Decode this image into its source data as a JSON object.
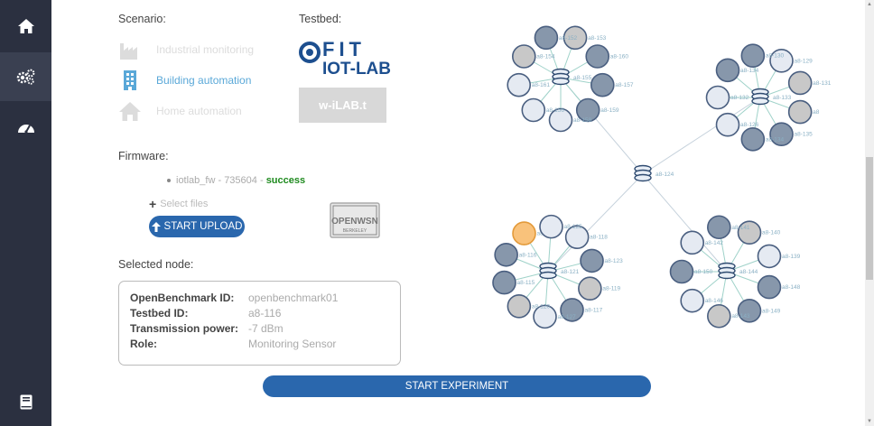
{
  "sidebar": {
    "items": [
      {
        "icon": "home-icon",
        "active": false
      },
      {
        "icon": "gears-icon",
        "active": true
      },
      {
        "icon": "dashboard-icon",
        "active": false
      },
      {
        "icon": "book-icon",
        "active": false
      }
    ]
  },
  "scenario": {
    "label": "Scenario:",
    "items": [
      {
        "label": "Industrial monitoring",
        "icon": "factory-icon",
        "enabled": false
      },
      {
        "label": "Building automation",
        "icon": "building-icon",
        "enabled": true
      },
      {
        "label": "Home automation",
        "icon": "home-icon",
        "enabled": false
      }
    ]
  },
  "testbed": {
    "label": "Testbed:",
    "fit_logo_line1": "FIT",
    "fit_logo_line2": "IOT-LAB",
    "wilab_label": "w-iLAB.t"
  },
  "firmware": {
    "label": "Firmware:",
    "file": "iotlab_fw - 735604 -",
    "status": "success",
    "select_files": "Select files",
    "upload_label": "START UPLOAD",
    "openwsn_label": "OPENWSN",
    "openwsn_sub": "BERKELEY"
  },
  "selected_node": {
    "label": "Selected node:",
    "rows": [
      {
        "key": "OpenBenchmark ID:",
        "value": "openbenchmark01"
      },
      {
        "key": "Testbed ID:",
        "value": "a8-116"
      },
      {
        "key": "Transmission power:",
        "value": "-7 dBm"
      },
      {
        "key": "Role:",
        "value": "Monitoring Sensor"
      }
    ]
  },
  "start_experiment": "START EXPERIMENT",
  "network": {
    "center": {
      "label": "a8-124"
    },
    "clusters": [
      {
        "hub_label": "a8-155",
        "nodes": [
          {
            "label": "a8-153",
            "color": "gray"
          },
          {
            "label": "a8-160",
            "color": "dark"
          },
          {
            "label": "a8-157",
            "color": "dark"
          },
          {
            "label": "a8-159",
            "color": "dark"
          },
          {
            "label": "a8-158",
            "color": "light"
          },
          {
            "label": "a8-156",
            "color": "light"
          },
          {
            "label": "a8-161",
            "color": "light"
          },
          {
            "label": "a8-154",
            "color": "gray"
          },
          {
            "label": "a8-152",
            "color": "dark"
          }
        ]
      },
      {
        "hub_label": "a8-133",
        "nodes": [
          {
            "label": "a8-129",
            "color": "light"
          },
          {
            "label": "a8-131",
            "color": "gray"
          },
          {
            "label": "a8",
            "color": "gray"
          },
          {
            "label": "a8-135",
            "color": "dark"
          },
          {
            "label": "a8-134",
            "color": "dark"
          },
          {
            "label": "a8-126",
            "color": "light"
          },
          {
            "label": "a8-132",
            "color": "light"
          },
          {
            "label": "a8-134",
            "color": "dark"
          },
          {
            "label": "a8-130",
            "color": "dark"
          }
        ]
      },
      {
        "hub_label": "a8-121",
        "nodes": [
          {
            "label": "a8-118",
            "color": "light"
          },
          {
            "label": "a8-123",
            "color": "dark"
          },
          {
            "label": "a8-119",
            "color": "gray"
          },
          {
            "label": "a8-117",
            "color": "dark"
          },
          {
            "label": "a8-127",
            "color": "light"
          },
          {
            "label": "a8-120",
            "color": "gray"
          },
          {
            "label": "a8-115",
            "color": "dark"
          },
          {
            "label": "a8-116",
            "color": "dark"
          },
          {
            "label": "a8-118",
            "color": "orange"
          },
          {
            "label": "a8-125",
            "color": "light"
          }
        ]
      },
      {
        "hub_label": "a8-144",
        "nodes": [
          {
            "label": "a8-140",
            "color": "gray"
          },
          {
            "label": "a8-139",
            "color": "light"
          },
          {
            "label": "a8-148",
            "color": "dark"
          },
          {
            "label": "a8-149",
            "color": "dark"
          },
          {
            "label": "a8-143",
            "color": "gray"
          },
          {
            "label": "a8-146",
            "color": "light"
          },
          {
            "label": "a8-150",
            "color": "dark"
          },
          {
            "label": "a8-142",
            "color": "light"
          },
          {
            "label": "a8-141",
            "color": "dark"
          }
        ]
      }
    ]
  },
  "colors": {
    "sidebar_bg": "#2b3040",
    "accent": "#2a67ad",
    "success": "#1e8a1e",
    "node_dark": "#8797ab",
    "node_light": "#e5eaf2",
    "node_gray": "#c8c8c8",
    "node_orange": "#f9c27b"
  }
}
